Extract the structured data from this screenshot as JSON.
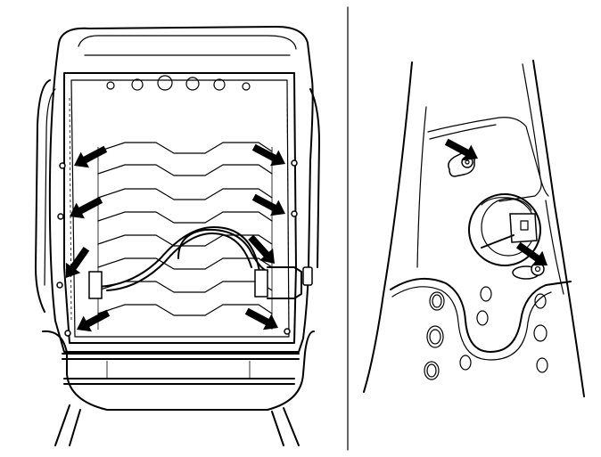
{
  "figure": {
    "panels": [
      {
        "name": "seat-back-frame",
        "arrow_count": 8
      },
      {
        "name": "seat-back-side-bracket",
        "arrow_count": 2
      }
    ],
    "colors": {
      "line": "#000000",
      "background": "#ffffff"
    }
  }
}
